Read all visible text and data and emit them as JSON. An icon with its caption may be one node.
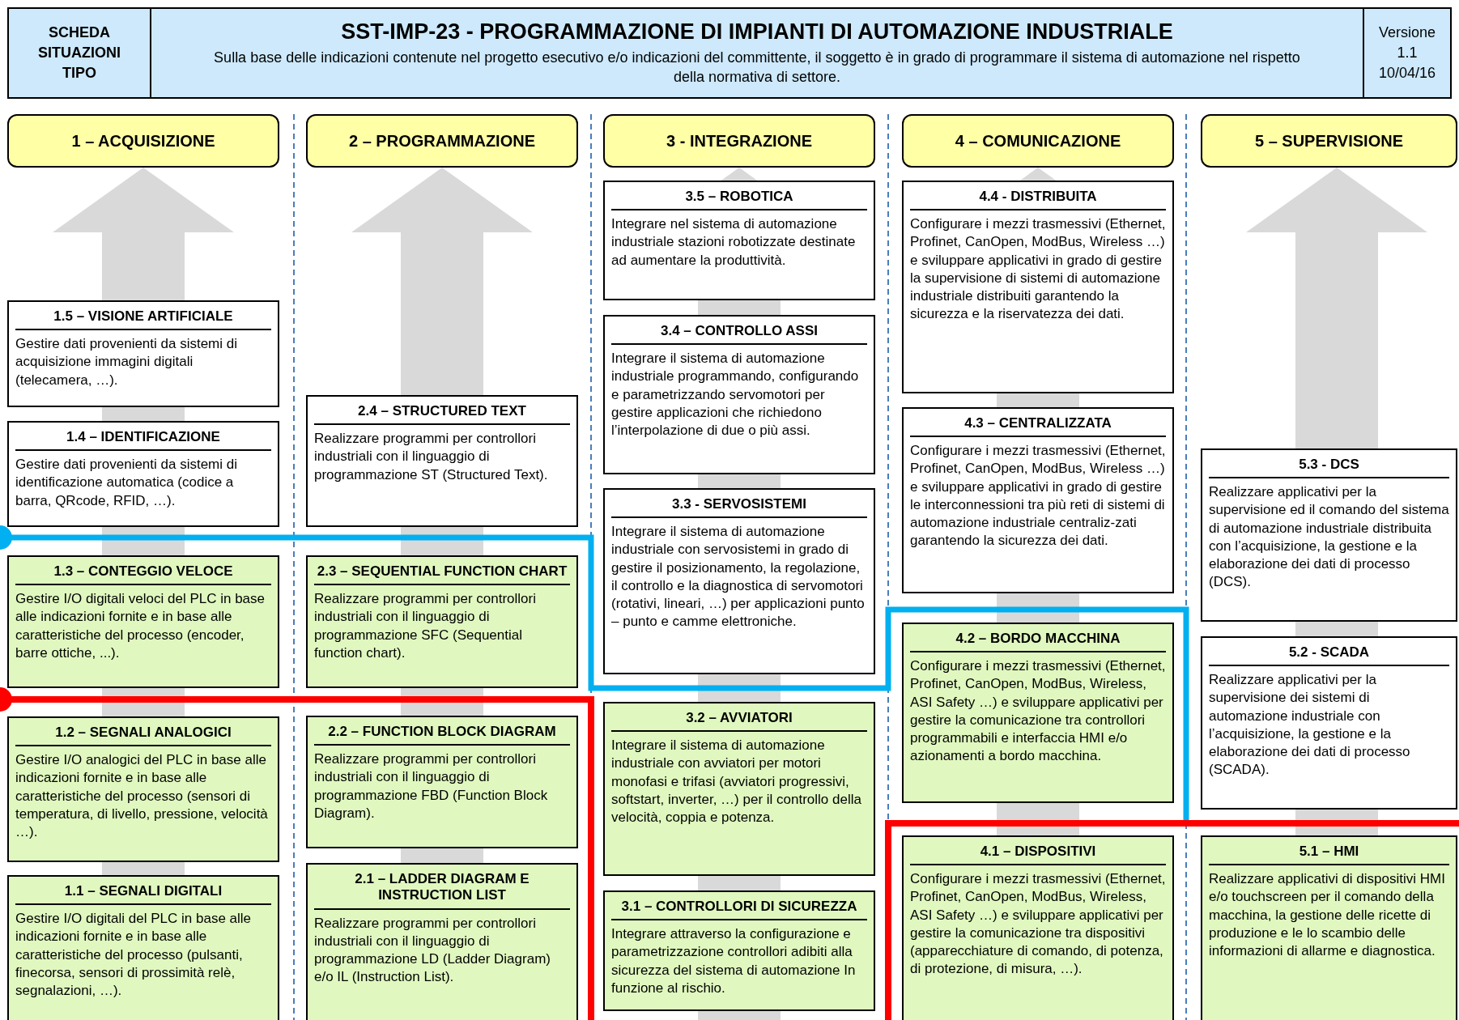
{
  "diagram": {
    "nodes": [
      {
        "text": [
          "SCHEDA SITUAZIONI TIPO"
        ]
      },
      {
        "text": [
          "SST-IMP-23 - PROGRAMMAZIONE DI IMPIANTI DI AUTOMAZIONE INDUSTRIALE",
          "Sulla base delle indicazioni contenute nel progetto esecutivo e/o indicazioni del committente, il soggetto è in grado di programmare il sistema di automazione nel rispetto della normativa di settore."
        ]
      },
      {
        "text": [
          "Versione 1.1 10/04/16"
        ]
      },
      {
        "text": [
          "1 – ACQUISIZIONE"
        ]
      },
      {
        "text": [
          "2 – PROGRAMMAZIONE"
        ]
      },
      {
        "text": [
          "3 - INTEGRAZIONE"
        ]
      },
      {
        "text": [
          "4 – COMUNICAZIONE"
        ]
      },
      {
        "text": [
          "5 – SUPERVISIONE"
        ]
      },
      {
        "text": [
          "1.5 – VISIONE ARTIFICIALE",
          "Gestire dati provenienti da sistemi di acquisizione immagini digitali (telecamera, …)."
        ]
      },
      {
        "text": [
          "1.4 – IDENTIFICAZIONE",
          "Gestire dati provenienti da sistemi di identificazione automatica (codice a barra, QRcode, RFID, …)."
        ]
      },
      {
        "text": [
          "1.3 – CONTEGGIO VELOCE",
          "Gestire I/O digitali veloci del PLC in base alle indicazioni fornite e in base alle caratteristiche del processo (encoder, barre ottiche, ...)."
        ]
      },
      {
        "text": [
          "1.2 – SEGNALI ANALOGICI",
          "Gestire I/O analogici del PLC in base alle indicazioni fornite e in base alle caratteristiche del processo (sensori di temperatura, di livello, pressione, velocità …)."
        ]
      },
      {
        "text": [
          "1.1 – SEGNALI DIGITALI",
          "Gestire I/O digitali del PLC in base alle indicazioni fornite e in base alle caratteristiche del processo (pulsanti, finecorsa, sensori di prossimità relè, segnalazioni, …)."
        ]
      },
      {
        "text": [
          "2.4 – STRUCTURED TEXT",
          "Realizzare programmi per controllori industriali con il linguaggio di programmazione ST (Structured Text)."
        ]
      },
      {
        "text": [
          "2.3 – SEQUENTIAL FUNCTION CHART",
          "Realizzare programmi per controllori industriali con il linguaggio di programmazione SFC (Sequential function chart)."
        ]
      },
      {
        "text": [
          "2.2 – FUNCTION BLOCK DIAGRAM",
          "Realizzare programmi per controllori industriali con il linguaggio di programmazione FBD (Function Block Diagram)."
        ]
      },
      {
        "text": [
          "2.1 – LADDER DIAGRAM E INSTRUCTION LIST",
          "Realizzare programmi per controllori industriali con il linguaggio di programmazione LD (Ladder Diagram) e/o IL (Instruction List)."
        ]
      },
      {
        "text": [
          "3.5 – ROBOTICA",
          "Integrare nel sistema di automazione industriale stazioni robotizzate destinate ad aumentare la produttività."
        ]
      },
      {
        "text": [
          "3.4 – CONTROLLO ASSI",
          "Integrare il sistema di automazione industriale programmando, configurando e parametrizzando servomotori per gestire applicazioni che richiedono l’interpolazione di due o più assi."
        ]
      },
      {
        "text": [
          "3.3 - SERVOSISTEMI",
          "Integrare il sistema di automazione industriale con servosistemi in grado di gestire il posizionamento, la regolazione, il controllo e la diagnostica di servomotori (rotativi, lineari, …) per applicazioni punto – punto e camme elettroniche."
        ]
      },
      {
        "text": [
          "3.2 – AVVIATORI",
          "Integrare il sistema di automazione industriale con avviatori per motori monofasi e trifasi (avviatori progressivi, softstart, inverter, …) per il controllo della velocità, coppia e potenza."
        ]
      },
      {
        "text": [
          "3.1 – CONTROLLORI DI SICUREZZA",
          "Integrare attraverso la configurazione e parametrizzazione controllori adibiti alla sicurezza del sistema di automazione In funzione al rischio."
        ]
      },
      {
        "text": [
          "4.4 - DISTRIBUITA",
          "Configurare i mezzi trasmessivi (Ethernet, Profinet, CanOpen, ModBus, Wireless …) e sviluppare applicativi in grado di gestire la supervisione di sistemi di automazione industriale distribuiti garantendo la sicurezza e la riservatezza dei dati."
        ]
      },
      {
        "text": [
          "4.3 – CENTRALIZZATA",
          "Configurare i mezzi trasmessivi (Ethernet, Profinet, CanOpen, ModBus, Wireless …) e sviluppare applicativi in grado di gestire le interconnessioni tra più reti di sistemi di automazione industriale centraliz-zati garantendo la sicurezza dei dati."
        ]
      },
      {
        "text": [
          "4.2 – BORDO MACCHINA",
          "Configurare i mezzi trasmessivi (Ethernet, Profinet, CanOpen, ModBus, Wireless, ASI Safety …) e sviluppare applicativi per gestire la comunicazione tra controllori programmabili e interfaccia HMI e/o azionamenti a bordo macchina."
        ]
      },
      {
        "text": [
          "4.1 – DISPOSITIVI",
          "Configurare i mezzi trasmessivi (Ethernet, Profinet, CanOpen, ModBus, Wireless, ASI Safety …) e sviluppare applicativi per gestire la comunicazione tra dispositivi (apparecchiature di comando, di potenza, di protezione, di misura, …)."
        ]
      },
      {
        "text": [
          "5.3 - DCS",
          "Realizzare applicativi per la supervisione ed il comando del sistema di automazione industriale distribuita con l’acquisizione, la gestione e la elaborazione dei dati di processo (DCS)."
        ]
      },
      {
        "text": [
          "5.2 - SCADA",
          "Realizzare applicativi per la supervisione dei sistemi di automazione industriale con l’acquisizione, la gestione e la elaborazione dei dati di processo (SCADA)."
        ]
      },
      {
        "text": [
          "5.1 – HMI",
          "Realizzare applicativi di dispositivi HMI e/o touchscreen per il comando della macchina, la gestione delle ricette di produzione e le lo scambio delle informazioni di allarme e diagnostica."
        ]
      }
    ]
  }
}
